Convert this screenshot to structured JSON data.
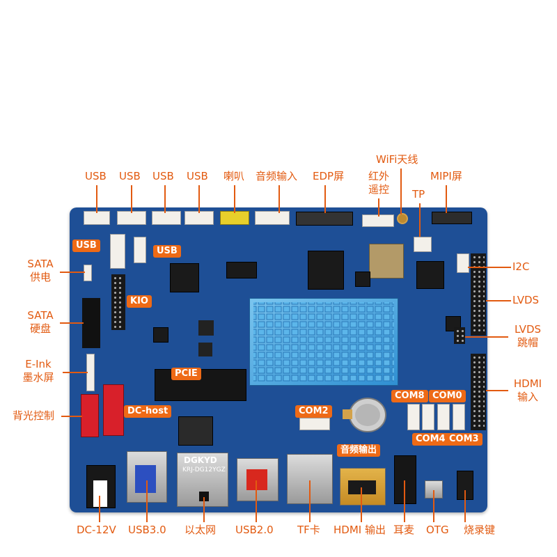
{
  "top_labels": {
    "usb1": "USB",
    "usb2": "USB",
    "usb3": "USB",
    "usb4": "USB",
    "speaker": "喇叭",
    "audio_in": "音频输入",
    "edp": "EDP屏",
    "ir_line1": "红外",
    "ir_line2": "遥控",
    "wifi": "WiFi天线",
    "tp": "TP",
    "mipi": "MIPI屏"
  },
  "left_labels": {
    "sata_power_line1": "SATA",
    "sata_power_line2": "供电",
    "sata_disk_line1": "SATA",
    "sata_disk_line2": "硬盘",
    "eink_line1": "E-Ink",
    "eink_line2": "墨水屏",
    "backlight": "背光控制"
  },
  "right_labels": {
    "i2c": "I2C",
    "lvds": "LVDS",
    "lvds_jumper_line1": "LVDS",
    "lvds_jumper_line2": "跳帽",
    "hdmi_in_line1": "HDMI",
    "hdmi_in_line2": "输入"
  },
  "bottom_labels": {
    "dc12v": "DC-12V",
    "usb30": "USB3.0",
    "ethernet": "以太网",
    "usb20": "USB2.0",
    "tf": "TF卡",
    "hdmi_out": "HDMI 输出",
    "headset": "耳麦",
    "otg": "OTG",
    "burn_key": "烧录键"
  },
  "board_tags": {
    "usb_left": "USB",
    "usb_mid": "USB",
    "kio": "KIO",
    "pcie": "PCIE",
    "dc_host": "DC-host",
    "com2": "COM2",
    "com8": "COM8",
    "com0": "COM0",
    "com4": "COM4",
    "com3": "COM3",
    "audio_out": "音频输出"
  },
  "board_print": {
    "eth_brand": "DGKYD",
    "eth_model": "KRJ-DG12YGZ"
  },
  "colors": {
    "label": "#e25a10",
    "tag_bg": "#ee6a16",
    "board": "#1e4f96",
    "heatsink": "#4aa8e0"
  }
}
